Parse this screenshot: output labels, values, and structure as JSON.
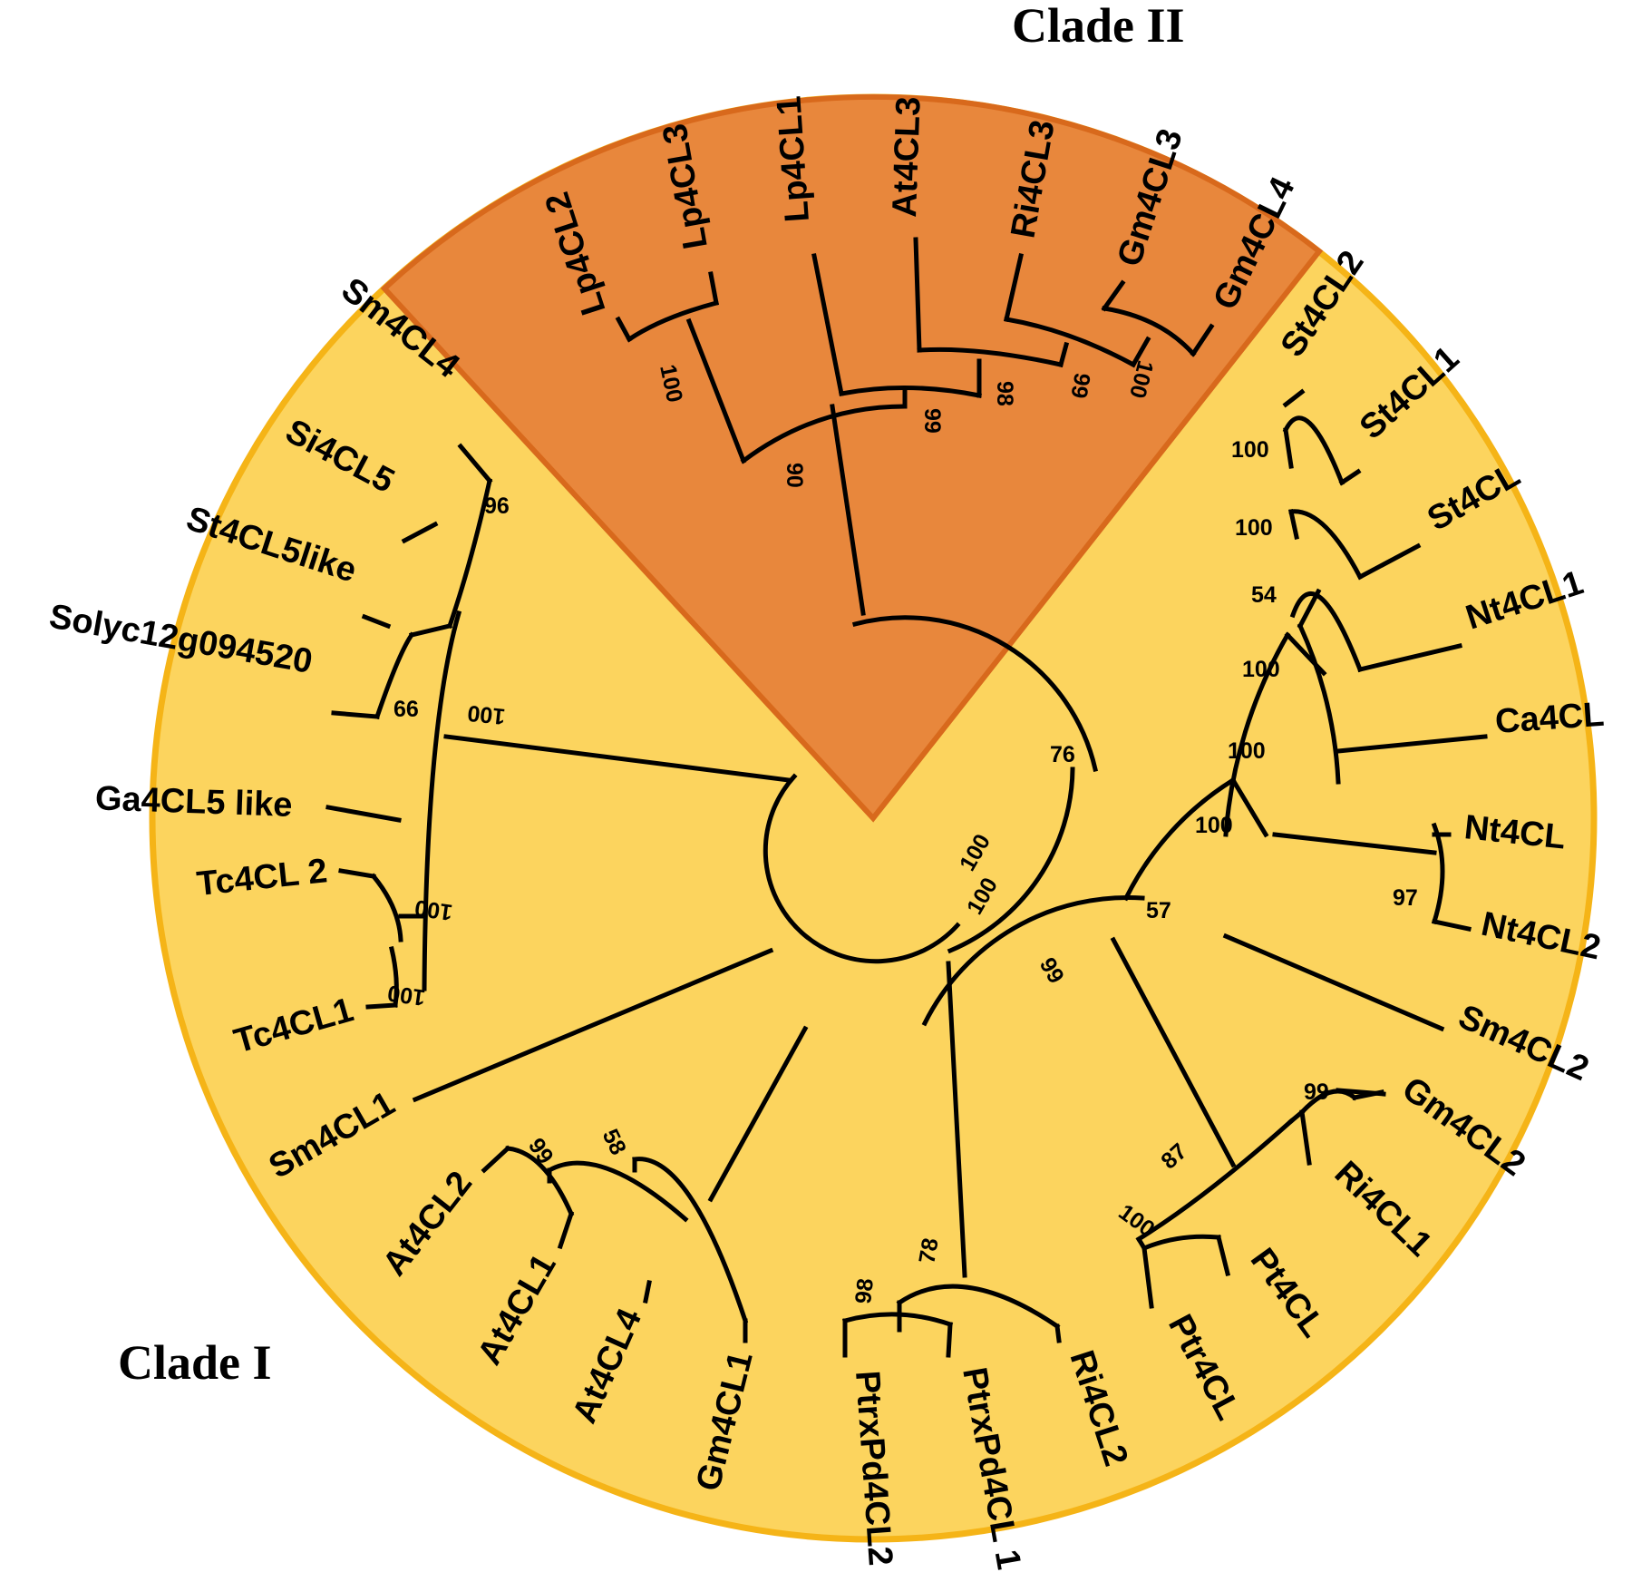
{
  "colors": {
    "clade_i_fill": "#fcd45e",
    "clade_i_border": "#f5b417",
    "clade_ii_fill": "#e8873c",
    "clade_ii_border": "#d8691c",
    "branch": "#000000"
  },
  "clade_labels": {
    "clade_i": "Clade I",
    "clade_ii": "Clade II"
  },
  "taxa": [
    "Lp4CL2",
    "Lp4CL3",
    "Lp4CL1",
    "At4CL3",
    "Ri4CL3",
    "Gm4CL3",
    "Gm4CL4",
    "St4CL2",
    "St4CL1",
    "St4CL",
    "Nt4CL1",
    "Ca4CL",
    "Nt4CL",
    "Nt4CL2",
    "Sm4CL2",
    "Gm4CL2",
    "Ri4CL1",
    "Pt4CL",
    "Ptr4CL",
    "Ri4CL2",
    "PtrxPd4CL 1",
    "PtrxPd4CL2",
    "Gm4CL1",
    "At4CL4",
    "At4CL1",
    "At4CL2",
    "Sm4CL1",
    "Tc4CL1",
    "Tc4CL 2",
    "Ga4CL5 like",
    "Solyc12g094520",
    "St4CL5like",
    "Si4CL5",
    "Sm4CL4"
  ],
  "bootstrap": [
    "100",
    "99",
    "98",
    "99",
    "100",
    "90",
    "100",
    "100",
    "54",
    "100",
    "100",
    "97",
    "100",
    "99",
    "100",
    "87",
    "57",
    "78",
    "98",
    "99",
    "58",
    "99",
    "100",
    "100",
    "100",
    "66",
    "96",
    "100",
    "100",
    "76"
  ]
}
